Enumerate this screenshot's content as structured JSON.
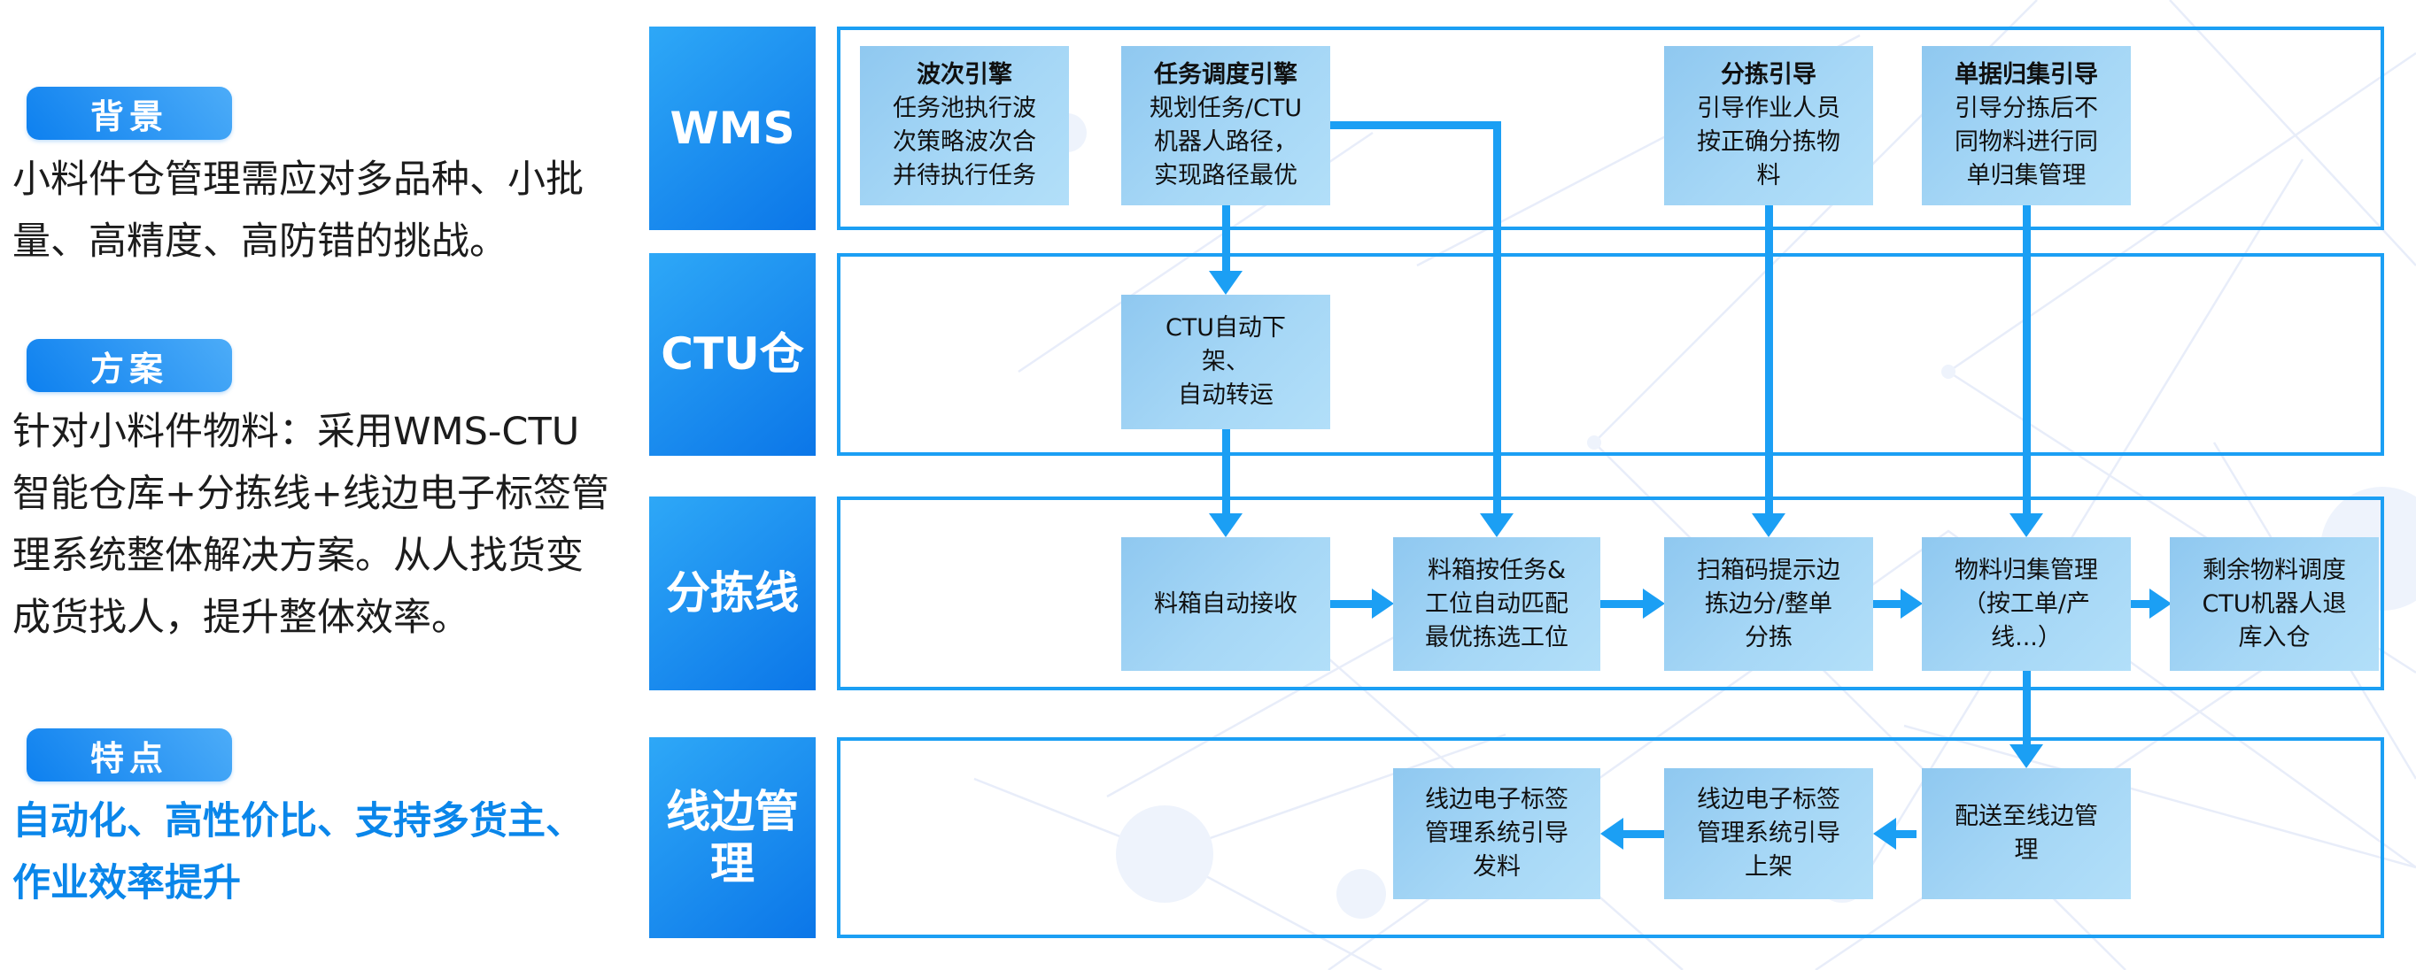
{
  "left_panel": {
    "sections": [
      {
        "badge": "背景",
        "text": "小料件仓管理需应对多品种、小批\n量、高精度、高防错的挑战。"
      },
      {
        "badge": "方案",
        "text": "针对小料件物料：采用WMS-CTU\n智能仓库+分拣线+线边电子标签管\n理系统整体解决方案。从人找货变\n成货找人，提升整体效率。"
      },
      {
        "badge": "特点",
        "text": "自动化、高性价比、支持多货主、\n作业效率提升"
      }
    ]
  },
  "lanes": [
    {
      "label": "WMS"
    },
    {
      "label": "CTU仓"
    },
    {
      "label": "分拣线"
    },
    {
      "label": "线边管理"
    }
  ],
  "nodes": {
    "wave_engine": {
      "title": "波次引擎",
      "body": "任务池执行波\n次策略波次合\n并待执行任务"
    },
    "task_engine": {
      "title": "任务调度引擎",
      "body": "规划任务/CTU\n机器人路径，\n实现路径最优"
    },
    "sorting_guide": {
      "title": "分拣引导",
      "body": "引导作业人员\n按正确分拣物\n料"
    },
    "doc_collect_guide": {
      "title": "单据归集引导",
      "body": "引导分拣后不\n同物料进行同\n单归集管理"
    },
    "ctu_auto": {
      "body": "CTU自动下架、\n自动转运"
    },
    "box_receive": {
      "body": "料箱自动接收"
    },
    "box_match": {
      "body": "料箱按任务&\n工位自动匹配\n最优拣选工位"
    },
    "scan_code": {
      "body": "扫箱码提示边\n拣边分/整单\n分拣"
    },
    "material_collect": {
      "body": "物料归集管理\n（按工单/产\n线...）"
    },
    "surplus_return": {
      "body": "剩余物料调度\nCTU机器人退\n库入仓"
    },
    "esl_issue": {
      "body": "线边电子标签\n管理系统引导\n发料"
    },
    "esl_shelve": {
      "body": "线边电子标签\n管理系统引导\n上架"
    },
    "deliver_lineside": {
      "body": "配送至线边管\n理"
    }
  },
  "colors": {
    "accent": "#1b9ff4",
    "lane_gradient_start": "#2ea8f7",
    "lane_gradient_end": "#0b76e8",
    "badge_gradient_start": "#0d80ef",
    "badge_gradient_end": "#4cacf8",
    "node_fill": "#a2d4f5",
    "feature_text_color": "#0a86ea"
  }
}
